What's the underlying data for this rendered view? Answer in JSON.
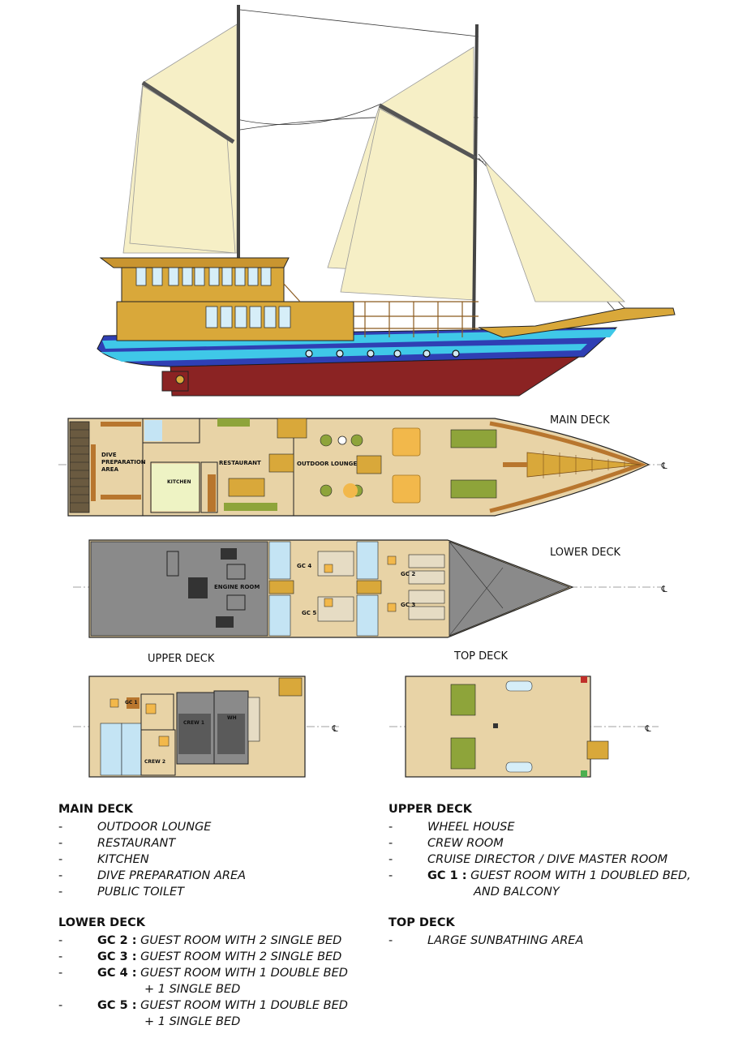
{
  "drawing": {
    "main_deck_title": "MAIN DECK",
    "lower_deck_title": "LOWER DECK",
    "upper_deck_title": "UPPER DECK",
    "top_deck_title": "TOP DECK",
    "centerline_mark": "℄",
    "main_deck_labels": {
      "dive_prep_1": "DIVE",
      "dive_prep_2": "PREPARATION",
      "dive_prep_3": "AREA",
      "kitchen": "KITCHEN",
      "restaurant": "RESTAURANT",
      "outdoor_lounge": "OUTDOOR LOUNGE"
    },
    "lower_deck_labels": {
      "engine_room": "ENGINE ROOM",
      "gc4": "GC 4",
      "gc5": "GC 5",
      "gc2": "GC 2",
      "gc3": "GC 3"
    },
    "upper_deck_labels": {
      "gc1": "GC 1",
      "crew1": "CREW 1",
      "crew2": "CREW 2",
      "wh": "WH"
    }
  },
  "legend": {
    "main_deck": {
      "heading": "MAIN DECK",
      "items": [
        "OUTDOOR LOUNGE",
        "RESTAURANT",
        "KITCHEN",
        "DIVE PREPARATION AREA",
        "PUBLIC TOILET"
      ]
    },
    "lower_deck": {
      "heading": "LOWER DECK",
      "items": [
        {
          "code": "GC 2 :",
          "text": "GUEST ROOM WITH 2 SINGLE BED"
        },
        {
          "code": "GC 3 :",
          "text": "GUEST ROOM WITH 2 SINGLE BED"
        },
        {
          "code": "GC 4 :",
          "text": "GUEST ROOM WITH 1 DOUBLE BED",
          "cont": "+ 1 SINGLE BED"
        },
        {
          "code": "GC 5 :",
          "text": "GUEST ROOM WITH 1 DOUBLE BED",
          "cont": "+ 1 SINGLE BED"
        }
      ]
    },
    "upper_deck": {
      "heading": "UPPER DECK",
      "items": [
        "WHEEL HOUSE",
        "CREW ROOM",
        "CRUISE DIRECTOR / DIVE MASTER ROOM"
      ],
      "gc1": {
        "code": "GC 1 :",
        "text": "GUEST ROOM WITH 1 DOUBLED BED,",
        "cont": "AND BALCONY"
      }
    },
    "top_deck": {
      "heading": "TOP DECK",
      "items": [
        "LARGE SUNBATHING AREA"
      ]
    },
    "dash": "-"
  },
  "colors": {
    "sail": "#f6efc6",
    "superstructure": "#d9a83a",
    "hull_blue": "#2f3fb4",
    "hull_cyan": "#3fc8e8",
    "hull_red": "#8b2323",
    "deck": "#e8d3a6",
    "engine": "#8a8a8a",
    "water": "#c4e4f4",
    "wood_rail": "#b8762e",
    "furniture_yellow": "#f2b84b",
    "sunbed_green": "#8ea43a"
  }
}
